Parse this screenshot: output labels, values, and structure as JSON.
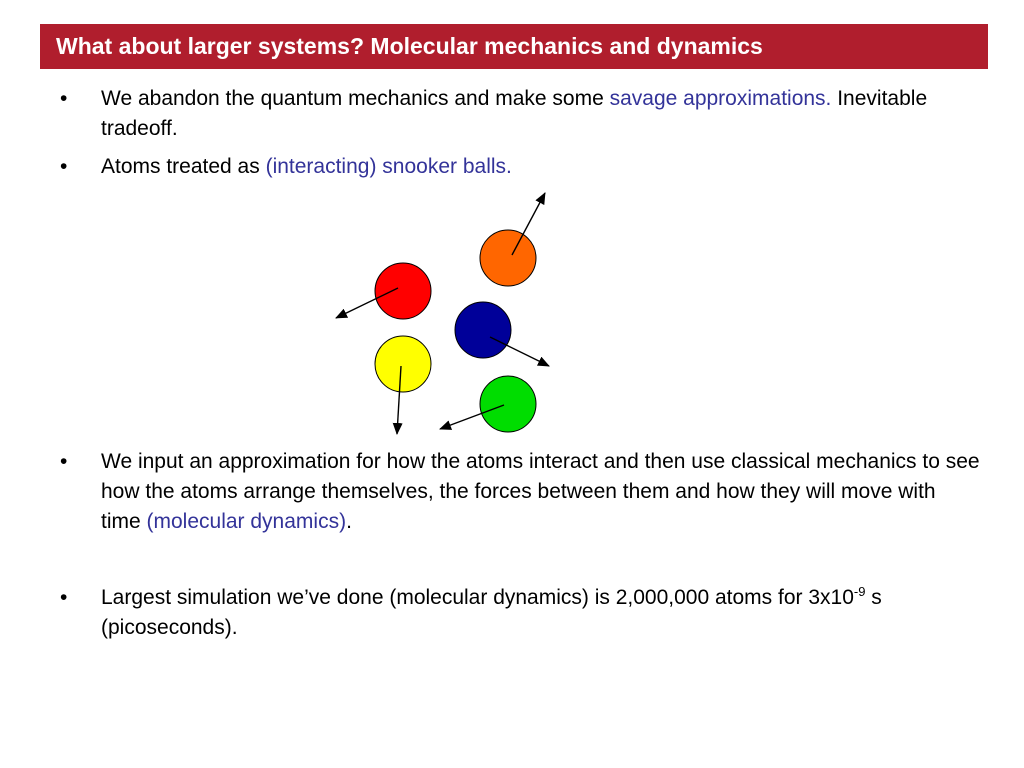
{
  "theme": {
    "title_bg": "#B01E2D",
    "highlight": "#333399",
    "ball_colors": {
      "orange": "#FF6600",
      "red": "#FF0000",
      "navy": "#000099",
      "yellow": "#FFFF00",
      "green": "#00DD00"
    }
  },
  "slide": {
    "title": "What about larger systems? Molecular mechanics and dynamics",
    "bullet_glyph": "•",
    "bullets_top": [
      {
        "pre": "We abandon the quantum mechanics and make some ",
        "highlight": "savage approximations.",
        "post": " Inevitable tradeoff."
      },
      {
        "pre": "Atoms treated as ",
        "highlight": "(interacting) snooker balls.",
        "post": ""
      }
    ],
    "bullets_bottom": [
      {
        "pre": "We input an approximation for how the atoms interact and then use classical mechanics to see how the atoms arrange themselves, the forces between them and how they will move with time ",
        "highlight": "(molecular dynamics)",
        "post": "."
      },
      {
        "pre": "Largest simulation we’ve done (molecular dynamics) is 2,000,000 atoms for 3x10",
        "sup": "-9",
        "post": " s (picoseconds)."
      }
    ]
  }
}
